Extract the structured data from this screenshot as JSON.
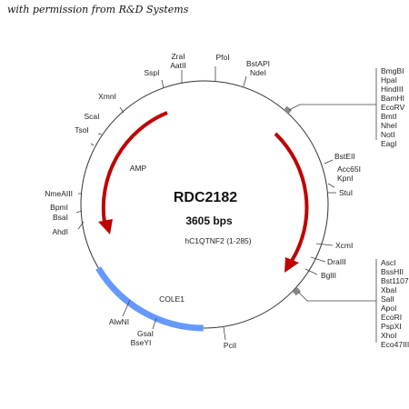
{
  "caption": "with permission from R&D Systems",
  "plasmid": {
    "name": "RDC2182",
    "size": "3605 bps"
  },
  "features": {
    "insert": "hC1QTNF2 (1-285)",
    "amp": "AMP",
    "origin": "COLE1"
  },
  "colors": {
    "arrow": "#c00000",
    "origin": "#6699ff",
    "circle": "#333333"
  },
  "sites": {
    "top": [
      "ZraI",
      "AatII",
      "PfoI",
      "BstAPI",
      "NdeI",
      "SspI",
      "XmnI",
      "ScaI",
      "TsoI"
    ],
    "left": [
      "NmeAIII",
      "BpmI",
      "BsaI",
      "AhdI"
    ],
    "mcs1": [
      "BmgBI",
      "HpaI",
      "HindIII",
      "BamHI",
      "EcoRV",
      "BmtI",
      "NheI",
      "NotI",
      "EagI"
    ],
    "right": [
      "BstEII",
      "Acc65I",
      "KpnI",
      "StuI",
      "XcmI",
      "DraIII",
      "BglII"
    ],
    "mcs2": [
      "AscI",
      "BssHII",
      "Bst1107I",
      "XbaI",
      "SalI",
      "ApoI",
      "EcoRI",
      "PspXI",
      "XhoI",
      "Eco47III"
    ],
    "bottom": [
      "AlwNI",
      "GsaI",
      "BseYI",
      "PciI"
    ]
  }
}
